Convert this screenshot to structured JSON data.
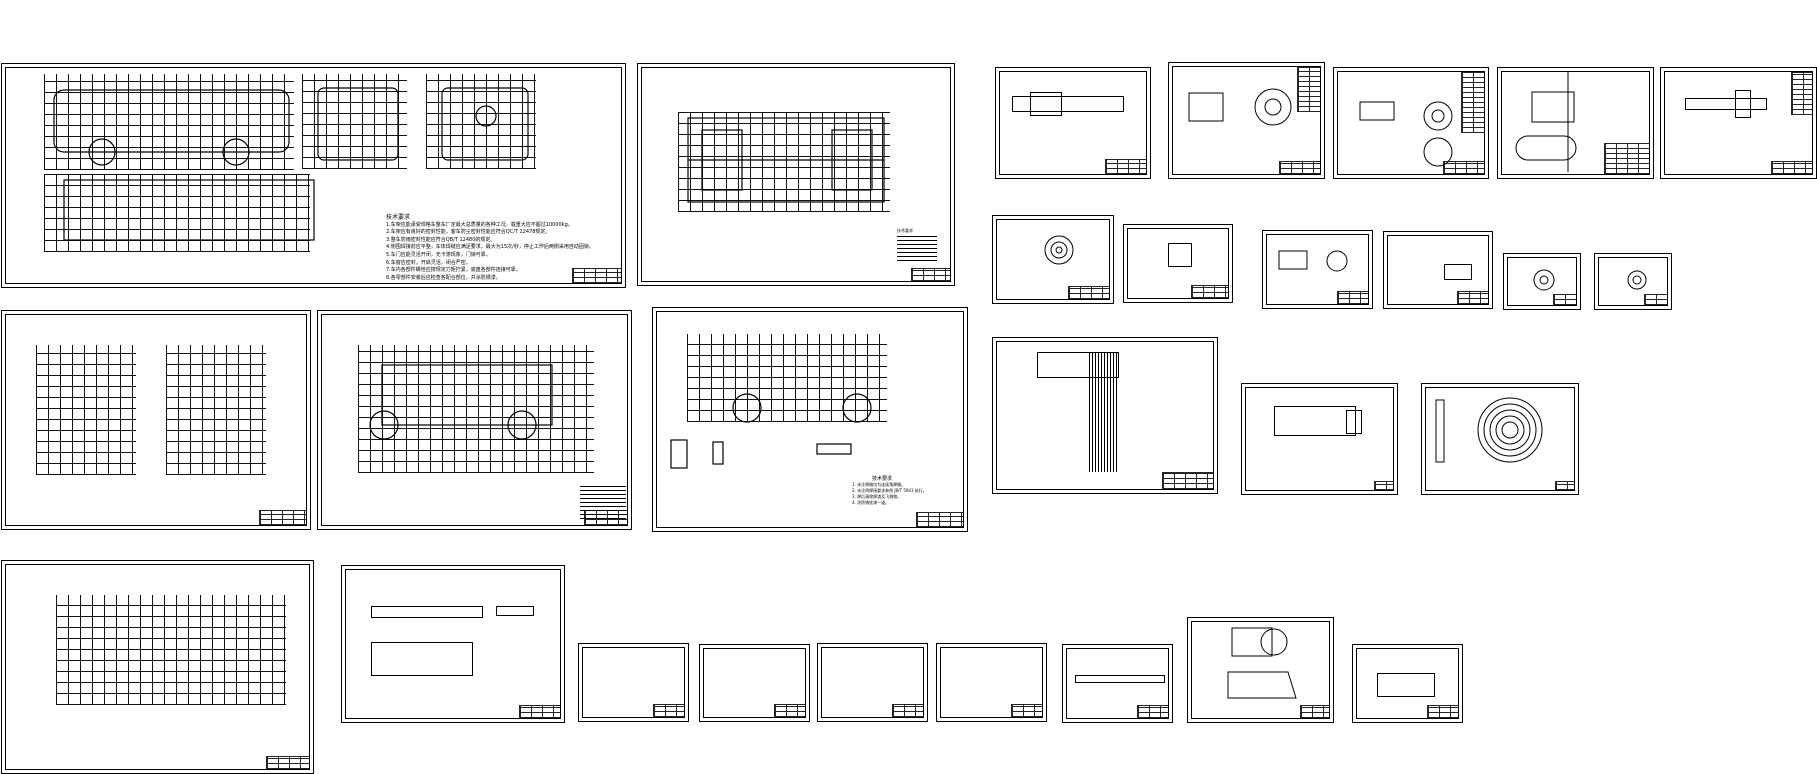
{
  "tech_notes": {
    "heading_1": "技术要求",
    "lines_1": [
      "1.车架应能承受规格车整车厂定最大总质量的各种工况，载重大应不超过10000kg。",
      "2.车架应有良好的密封性能，客车防尘密封性能应符合QC/T 12478规定。",
      "3.整车防雨密封性能应符合QB/T 12480的规定。",
      "4.侧围焊接前应平整，车体焊缝应满足要求，最大为15次/秒，停止工作后两侧采用自动固锁。",
      "5.车门应能灵活开闭，无卡滞现象，门锁可靠。",
      "6.车窗应密封，开启灵活，闭合严密。",
      "7.车内各部件螺栓应按规定力矩拧紧，底盘各部件连接可靠。",
      "8.各零部件安装后应检查各配合部位，并涂防锈漆。"
    ],
    "heading_2": "技术要求",
    "heading_3": "技术要求",
    "lines_3": [
      "1. 未注焊缝均为连续角焊缝。",
      "2. 未注明焊接要求参照 JB/T 5943 执行。",
      "3. 焊后清除焊渣及飞溅物。",
      "4. 涂防锈底漆一道。"
    ]
  }
}
